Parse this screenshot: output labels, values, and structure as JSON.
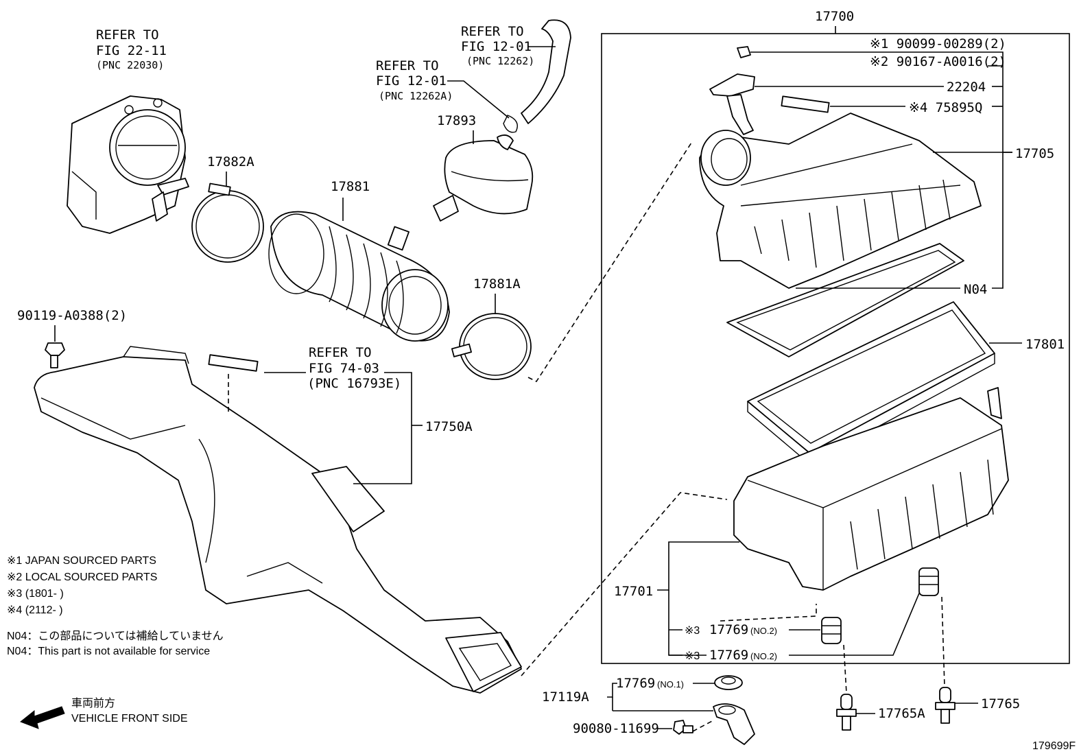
{
  "diagram": {
    "figure_code": "179699F",
    "assembly": "17700",
    "refs": {
      "throttle": {
        "l1": "REFER TO",
        "l2": "FIG 22-11",
        "l3": "(PNC 22030)"
      },
      "hose_a": {
        "l1": "REFER TO",
        "l2": "FIG 12-01",
        "l3": "(PNC 12262)"
      },
      "hose_b": {
        "l1": "REFER TO",
        "l2": "FIG 12-01",
        "l3": "(PNC 12262A)"
      },
      "duct": {
        "l1": "REFER TO",
        "l2": "FIG 74-03",
        "l3": "(PNC 16793E)"
      }
    },
    "parts": {
      "p17882A": "17882A",
      "p17881": "17881",
      "p17893": "17893",
      "p17881A": "17881A",
      "p90119": "90119-A0388(2)",
      "p17750A": "17750A",
      "bolt1": "※1 90099-00289(2)",
      "bolt2": "※2 90167-A0016(2)",
      "p22204": "22204",
      "p75895Q": "※4 75895Q",
      "p17705": "17705",
      "pN04": "N04",
      "p17801": "17801",
      "p17701": "17701",
      "p17769a_mark": "※3",
      "p17769a": "17769",
      "p17769a_no": "(NO.2)",
      "p17769b_mark": "※3",
      "p17769b": "17769",
      "p17769b_no": "(NO.2)",
      "p17119A": "17119A",
      "p17769c": "17769",
      "p17769c_no": "(NO.1)",
      "p90080": "90080-11699",
      "p17765A": "17765A",
      "p17765": "17765"
    },
    "notes": {
      "n1": "※1 JAPAN SOURCED PARTS",
      "n2": "※2 LOCAL SOURCED PARTS",
      "n3": "※3 (1801-      )",
      "n4": "※4 (2112-      )",
      "n04_jp": "N04：この部品については補給していません",
      "n04_en": "N04：This part is not available for service"
    },
    "direction": {
      "jp": "車両前方",
      "en": "VEHICLE FRONT SIDE"
    }
  }
}
